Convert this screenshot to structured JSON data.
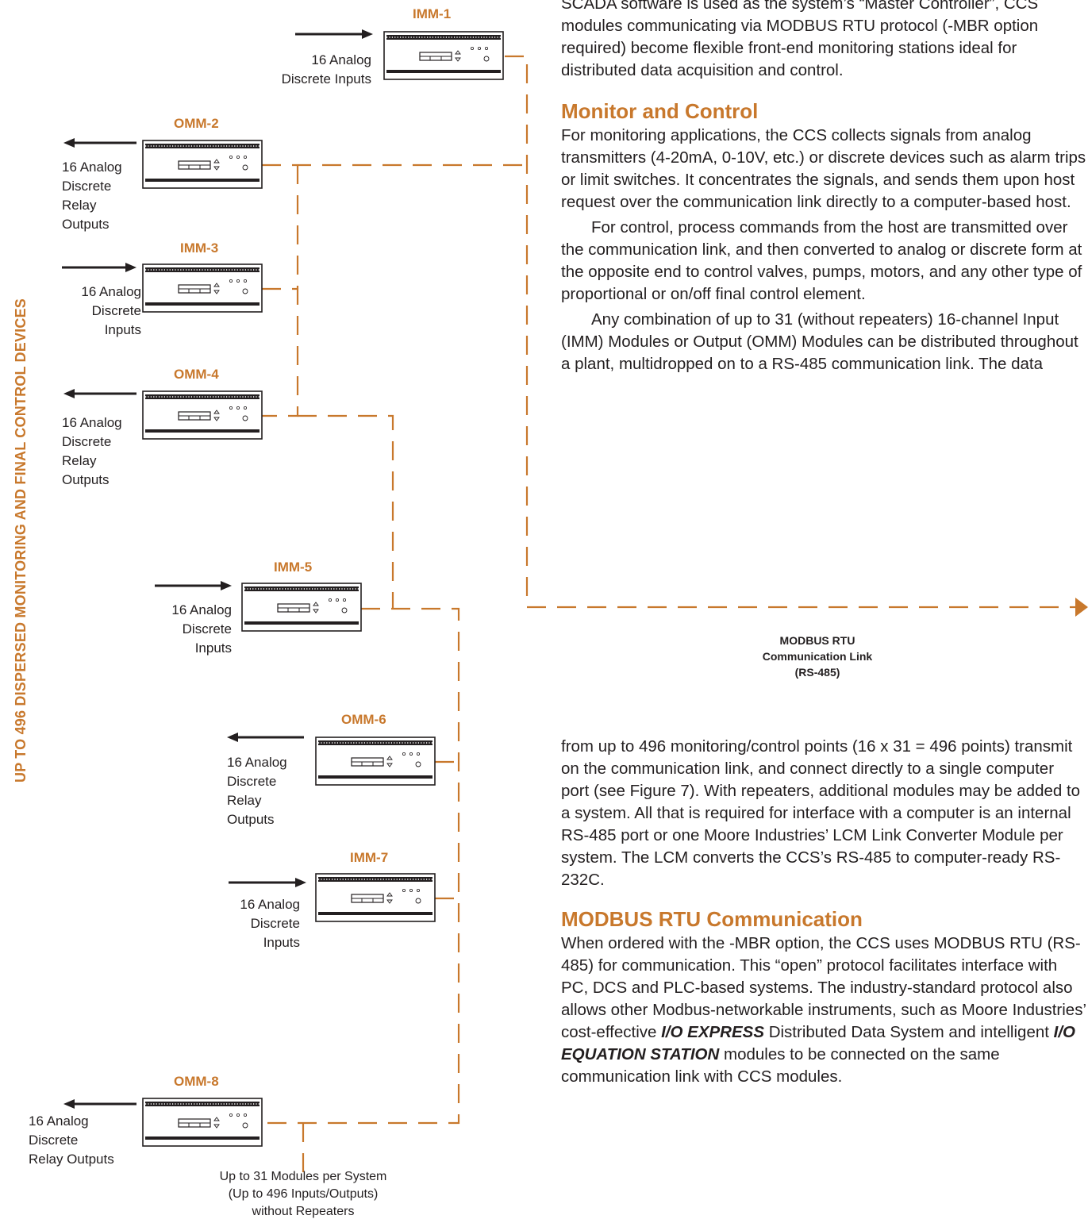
{
  "side_title": "UP TO 496 DISPERSED MONITORING AND FINAL CONTROL DEVICES",
  "modules": {
    "m1": {
      "name": "IMM-1",
      "io": "16 Analog\nDiscrete Inputs"
    },
    "m2": {
      "name": "OMM-2",
      "io": "16 Analog\nDiscrete\nRelay\nOutputs"
    },
    "m3": {
      "name": "IMM-3",
      "io": "16 Analog\nDiscrete\nInputs"
    },
    "m4": {
      "name": "OMM-4",
      "io": "16 Analog\nDiscrete\nRelay\nOutputs"
    },
    "m5": {
      "name": "IMM-5",
      "io": "16 Analog\nDiscrete\nInputs"
    },
    "m6": {
      "name": "OMM-6",
      "io": "16 Analog\nDiscrete\nRelay\nOutputs"
    },
    "m7": {
      "name": "IMM-7",
      "io": "16 Analog\nDiscrete\nInputs"
    },
    "m8": {
      "name": "OMM-8",
      "io": "16 Analog\nDiscrete\nRelay Outputs"
    }
  },
  "link_label": "MODBUS RTU\nCommunication Link\n(RS-485)",
  "bottom_caption": "Up to 31 Modules per System\n(Up to 496 Inputs/Outputs)\nwithout Repeaters",
  "text": {
    "intro": "SCADA software is used as the system’s “Master Controller”, CCS modules communicating via MODBUS RTU protocol (-MBR option required) become flexible front-end monitoring stations ideal for distributed data acquisition and control.",
    "h_monitor": "Monitor and Control",
    "p_monitor_1": "For monitoring applications, the CCS collects signals from analog transmitters (4-20mA, 0-10V, etc.) or discrete devices such as alarm trips or limit switches. It concentrates the signals, and sends them upon host request over the communication link directly to a computer-based host.",
    "p_monitor_2": "For control, process commands from the host are transmitted over the communication link, and then converted to analog or discrete form at the opposite end to control valves, pumps, motors, and any other type of proportional or on/off final control element.",
    "p_monitor_3": "Any combination of up to 31 (without repeaters) 16-channel Input (IMM) Modules or Output (OMM) Modules can be distributed throughout a plant, multidropped on to a RS-485 communication link. The data",
    "p_cont": "from up to 496 monitoring/control points (16 x 31 = 496 points) transmit on the communication link, and connect directly to a single computer port (see Figure 7). With repeaters, additional modules may be added to a system. All that is required for interface with a computer is an internal RS-485 port or one Moore Industries’ LCM Link Converter Module per system. The LCM converts the CCS’s RS-485 to computer-ready RS-232C.",
    "h_modbus": "MODBUS RTU Communication",
    "p_modbus_a": "When ordered with the -MBR option, the CCS uses MODBUS RTU (RS-485) for communication. This “open” protocol facilitates interface with PC, DCS and PLC-based systems. The industry-standard protocol also allows other Modbus-networkable instruments, such as Moore Industries’ cost-effective",
    "p_modbus_b1": "I/O EXPRESS",
    "p_modbus_c": "Distributed Data System and intelligent",
    "p_modbus_b2": "I/O EQUATION STATION",
    "p_modbus_d": "modules to be connected on the same communication link with CCS modules."
  },
  "colors": {
    "accent": "#c8782c",
    "text": "#231f20",
    "device": "#231f20"
  },
  "icons": [
    "arrow-right-icon",
    "arrow-left-icon",
    "module-device-icon"
  ]
}
